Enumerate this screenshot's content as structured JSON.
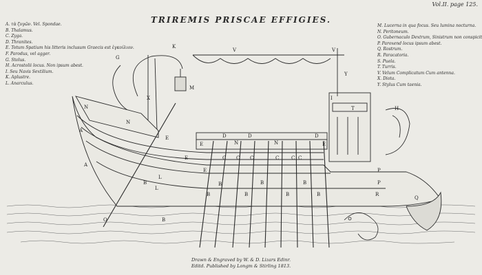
{
  "header": {
    "corner": "Vol.II. page 125.",
    "title": "TRIREMIS PRISCAE EFFIGIES."
  },
  "legend_left": [
    "A. τὰ ζυγῶν. Vel. Spondae.",
    "B. Thalamus.",
    "C. Zyga.",
    "D. Thranites.",
    "E. Totum Spatium his litteris inclusum Graecis est ἐγκοίλιον.",
    "F. Parodus, vel agger.",
    "G. Stolus.",
    "H. Acrostolii locus. Non ipsum abest.",
    "I. Seu Navis Sextilium.",
    "K. Aplustre.",
    "L. Anarculus."
  ],
  "legend_right": [
    "M. Lucerna in qua focus. Seu lumina nocturna.",
    "N. Peritoneum.",
    "O. Gubernaculo Dextrum, Sinistrum non conspicitur.",
    "P. Paroxend locus ipsum abest.",
    "Q. Rostrum.",
    "R. Paracatoria.",
    "S. Puela.",
    "T. Turris.",
    "V. Velum Complicatum Cum antenna.",
    "X. Diota.",
    "Y. Stylus Cum taenia."
  ],
  "credits": {
    "line1": "Drawn & Engraved by W. & D. Lizars Edinr.",
    "line2": "Editd. Published by Longm & Stirling 1813."
  },
  "ship_labels": [
    "K",
    "V",
    "V",
    "X",
    "M",
    "N",
    "N",
    "A",
    "A",
    "E",
    "E",
    "E",
    "E",
    "D",
    "N",
    "D",
    "N",
    "D",
    "E",
    "C",
    "C",
    "C",
    "C",
    "C",
    "C",
    "B",
    "B",
    "B",
    "B",
    "B",
    "B",
    "B",
    "B",
    "B",
    "L",
    "O",
    "R",
    "T",
    "H",
    "P",
    "P",
    "Q",
    "G",
    "Y",
    "I",
    "L"
  ],
  "colors": {
    "paper": "#ecebe6",
    "ink": "#2a2a2a"
  }
}
